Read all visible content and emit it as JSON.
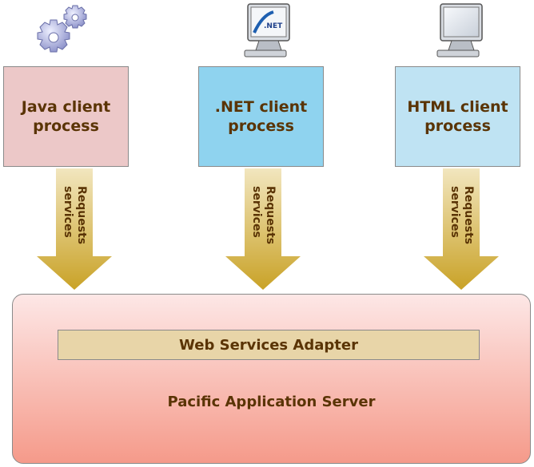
{
  "clients": [
    {
      "label": "Java client\nprocess",
      "bg": "#ecc8c8",
      "icon": "gears-icon"
    },
    {
      "label": ".NET client\nprocess",
      "bg": "#8fd3ef",
      "icon": "dotnet-monitor-icon"
    },
    {
      "label": "HTML client\nprocess",
      "bg": "#bfe3f3",
      "icon": "monitor-icon"
    }
  ],
  "arrow_label": "Requests\nservices",
  "arrow_color": "#c9a227",
  "adapter": {
    "label": "Web Services Adapter",
    "bg": "#e8d5a8"
  },
  "server": {
    "label": "Pacific Application Server",
    "bg_top": "#fde7e6",
    "bg_bottom": "#f59a8a"
  },
  "dotnet_badge": ".NET",
  "text_color": "#5a3405"
}
